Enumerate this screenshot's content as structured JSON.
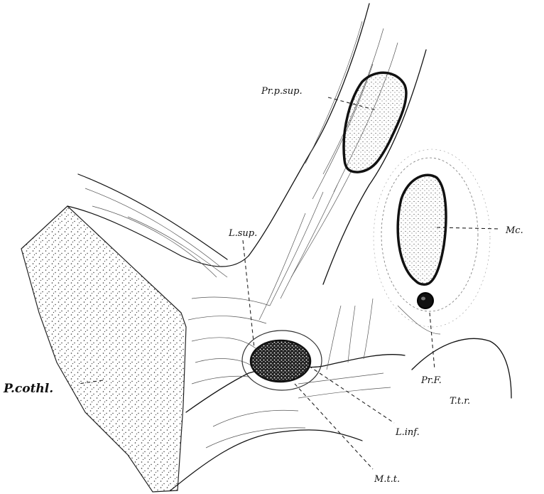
{
  "figure": {
    "labels": {
      "pr_p_sup": "Pr.p.sup.",
      "mc": "Mc.",
      "l_sup": "L.sup.",
      "p_cothl": "P.cothl.",
      "pr_f": "Pr.F.",
      "t_t_r": "T.t.r.",
      "l_inf": "L.inf.",
      "m_t_t": "M.t.t."
    },
    "colors": {
      "ink": "#111111",
      "stipple": "#333333",
      "paper": "#ffffff"
    }
  }
}
